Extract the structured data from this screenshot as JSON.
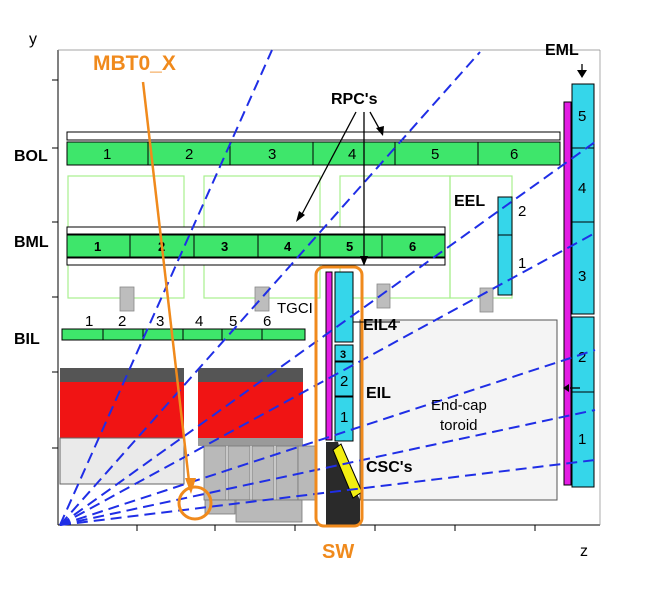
{
  "axes": {
    "y_label": "y",
    "z_label": "z"
  },
  "labels": {
    "mbt0": "MBT0_X",
    "rpc": "RPC's",
    "eml": "EML",
    "bol": "BOL",
    "bml": "BML",
    "bil": "BIL",
    "eel": "EEL",
    "tgc": "TGCI",
    "eil4": "EIL4",
    "eil": "EIL",
    "endcap_line1": "End-cap",
    "endcap_line2": "toroid",
    "csc": "CSC's",
    "sw": "SW"
  },
  "bol_numbers": [
    "1",
    "2",
    "3",
    "4",
    "5",
    "6"
  ],
  "bml_numbers": [
    "1",
    "2",
    "3",
    "4",
    "5",
    "6"
  ],
  "bil_numbers": [
    "1",
    "2",
    "3",
    "4",
    "5",
    "6"
  ],
  "eml_numbers": [
    "5",
    "4",
    "3",
    "2",
    "1"
  ],
  "eel_numbers": [
    "2",
    "1"
  ],
  "eil_numbers": [
    "3",
    "2",
    "1"
  ],
  "colors": {
    "chamber_green": "#3ee66b",
    "chamber_cyan": "#35d6ea",
    "magenta": "#e31de3",
    "orange": "#f08a1c",
    "blue_dashed": "#1f2ee6",
    "calorimeter_red": "#f01414",
    "shield_yellow": "#f2ee12"
  }
}
